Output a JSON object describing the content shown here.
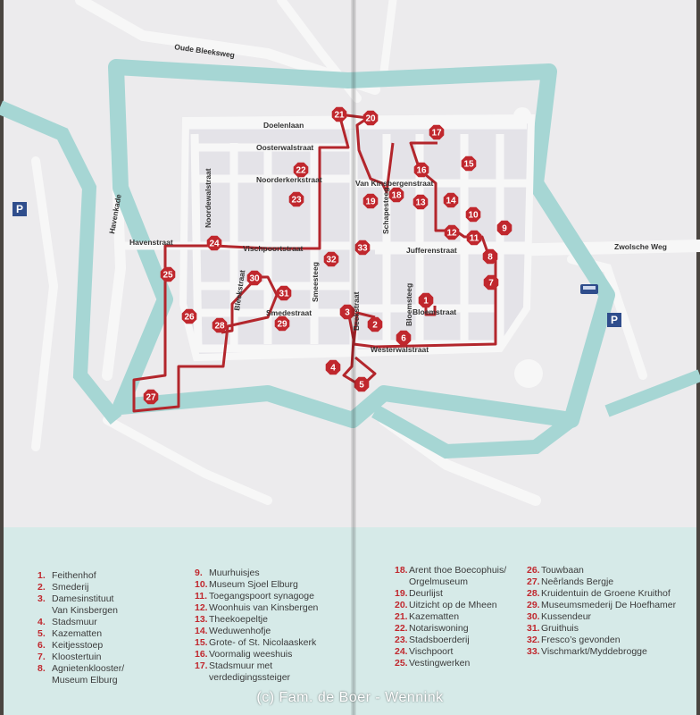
{
  "streets": [
    {
      "key": "oude_bleeksweg",
      "label": "Oude Bleeksweg"
    },
    {
      "key": "doelenlaan",
      "label": "Doelenlaan"
    },
    {
      "key": "oosterwalstraat",
      "label": "Oosterwalstraat"
    },
    {
      "key": "noorderkerkstraat",
      "label": "Noorderkerkstraat"
    },
    {
      "key": "van_kinsbergenstraat",
      "label": "Van Kinsbergenstraat"
    },
    {
      "key": "noordewalstraat",
      "label": "Noordewalstraat"
    },
    {
      "key": "havenkade",
      "label": "Havenkade"
    },
    {
      "key": "havenstraat",
      "label": "Havenstraat"
    },
    {
      "key": "vischpoortstraat",
      "label": "Vischpoortstraat"
    },
    {
      "key": "jufferenstraat",
      "label": "Jufferenstraat"
    },
    {
      "key": "zwolsche_weg",
      "label": "Zwolsche Weg"
    },
    {
      "key": "schapesteeg",
      "label": "Schapesteeg"
    },
    {
      "key": "bloemsteeg",
      "label": "Bloemsteeg"
    },
    {
      "key": "beekstraat",
      "label": "Beekstraat"
    },
    {
      "key": "smeesteeg",
      "label": "Smeesteeg"
    },
    {
      "key": "bleekstraat",
      "label": "Bleekstraat"
    },
    {
      "key": "smedestraat",
      "label": "Smedestraat"
    },
    {
      "key": "bloemstraat",
      "label": "Bloemstraat"
    },
    {
      "key": "westerwalstraat",
      "label": "Westerwalstraat"
    }
  ],
  "stops": [
    "1",
    "2",
    "3",
    "4",
    "5",
    "6",
    "7",
    "8",
    "9",
    "10",
    "11",
    "12",
    "13",
    "14",
    "15",
    "16",
    "17",
    "18",
    "19",
    "20",
    "21",
    "22",
    "23",
    "24",
    "25",
    "26",
    "27",
    "28",
    "29",
    "30",
    "31",
    "32",
    "33"
  ],
  "parking": "P",
  "legend": [
    {
      "num": "1.",
      "label": "Feithenhof"
    },
    {
      "num": "2.",
      "label": "Smederij"
    },
    {
      "num": "3.",
      "label": "Damesinstituut\nVan Kinsbergen"
    },
    {
      "num": "4.",
      "label": "Stadsmuur"
    },
    {
      "num": "5.",
      "label": "Kazematten"
    },
    {
      "num": "6.",
      "label": "Keitjesstoep"
    },
    {
      "num": "7.",
      "label": "Kloostertuin"
    },
    {
      "num": "8.",
      "label": "Agnietenklooster/\nMuseum Elburg"
    },
    {
      "num": "9.",
      "label": "Muurhuisjes"
    },
    {
      "num": "10.",
      "label": "Museum Sjoel Elburg"
    },
    {
      "num": "11.",
      "label": "Toegangspoort synagoge"
    },
    {
      "num": "12.",
      "label": "Woonhuis van Kinsbergen"
    },
    {
      "num": "13.",
      "label": "Theekoepeltje"
    },
    {
      "num": "14.",
      "label": "Weduwenhofje"
    },
    {
      "num": "15.",
      "label": "Grote- of St. Nicolaaskerk"
    },
    {
      "num": "16.",
      "label": "Voormalig weeshuis"
    },
    {
      "num": "17.",
      "label": "Stadsmuur met\nverdedigingssteiger"
    },
    {
      "num": "18.",
      "label": "Arent thoe Boecophuis/\nOrgelmuseum"
    },
    {
      "num": "19.",
      "label": "Deurlijst"
    },
    {
      "num": "20.",
      "label": "Uitzicht op de Mheen"
    },
    {
      "num": "21.",
      "label": "Kazematten"
    },
    {
      "num": "22.",
      "label": "Notariswoning"
    },
    {
      "num": "23.",
      "label": "Stadsboerderij"
    },
    {
      "num": "24.",
      "label": "Vischpoort"
    },
    {
      "num": "25.",
      "label": "Vestingwerken"
    },
    {
      "num": "26.",
      "label": "Touwbaan"
    },
    {
      "num": "27.",
      "label": "Neêrlands Bergje"
    },
    {
      "num": "28.",
      "label": "Kruidentuin de Groene Kruithof"
    },
    {
      "num": "29.",
      "label": "Museumsmederij De Hoefhamer"
    },
    {
      "num": "30.",
      "label": "Kussendeur"
    },
    {
      "num": "31.",
      "label": "Gruithuis"
    },
    {
      "num": "32.",
      "label": "Fresco’s gevonden"
    },
    {
      "num": "33.",
      "label": "Vischmarkt/Myddebrogge"
    }
  ],
  "credit": "(c) Fam. de Boer - Wennink",
  "colors": {
    "water": "#a6d6d4",
    "land": "#dcdbe0",
    "route": "#b3262c",
    "stop": "#c0272d",
    "legend_bg": "#d6eae8",
    "parking": "#2f4d8c"
  }
}
